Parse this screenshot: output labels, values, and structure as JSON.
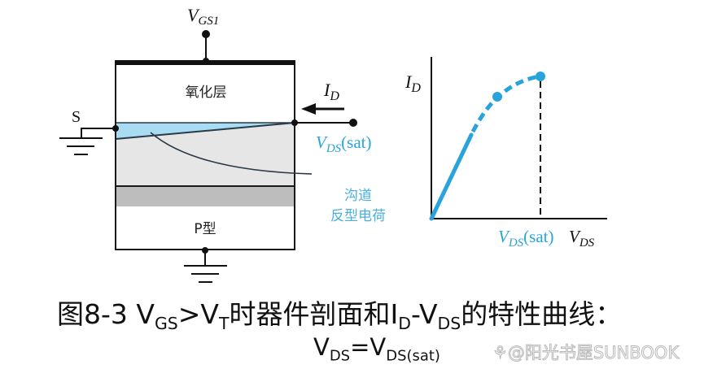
{
  "cross_section": {
    "gate_label": "V",
    "gate_label_sub": "GS1",
    "oxide_label": "氧化层",
    "source_label": "S",
    "drain_current_label": "I",
    "drain_current_sub": "D",
    "vds_sat_label": "V",
    "vds_sat_sub": "DS",
    "vds_sat_suffix": "(sat)",
    "channel_label_line1": "沟道",
    "channel_label_line2": "反型电荷",
    "substrate_label": "P型"
  },
  "graph": {
    "y_axis_label": "I",
    "y_axis_sub": "D",
    "x_axis_label": "V",
    "x_axis_sub": "DS",
    "vds_sat_tick": "V",
    "vds_sat_tick_sub": "DS",
    "vds_sat_tick_suffix": "(sat)"
  },
  "caption": {
    "prefix": "图8-3 V",
    "gs_sub": "GS",
    "gt": ">V",
    "t_sub": "T",
    "middle": "时器件剖面和I",
    "d_sub": "D",
    "dash_v": "-V",
    "ds_sub": "DS",
    "suffix": "的特性曲线：",
    "line2_v": "V",
    "line2_ds_sub": "DS",
    "line2_eq": "=V",
    "line2_sat_sub": "DS(sat)"
  },
  "watermark": "⚘@阳光书屋SUNBOOK",
  "colors": {
    "accent_blue": "#29a3dc",
    "channel_fill": "#a8dcf2",
    "depletion_fill": "#e6e6e6",
    "substrate_band": "#bdbdbd",
    "line": "#1a1a1a"
  }
}
